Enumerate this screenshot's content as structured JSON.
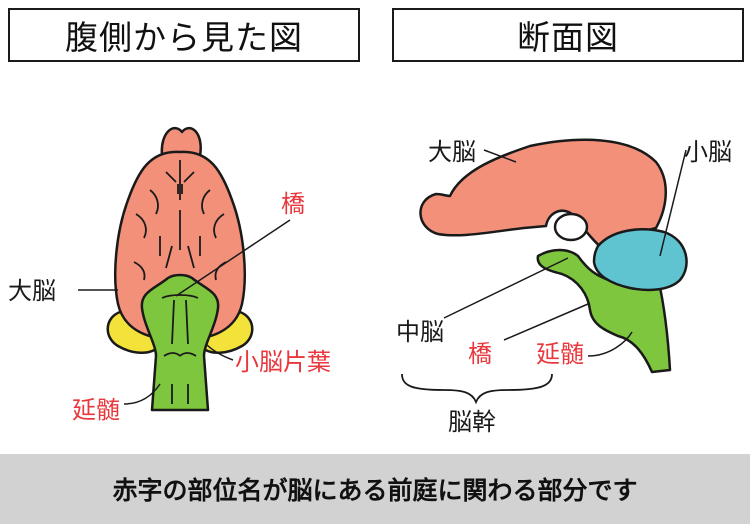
{
  "titles": {
    "left": "腹側から見た図",
    "right": "断面図"
  },
  "labels": {
    "left": {
      "cerebrum": "大脳",
      "pons": "橋",
      "flocculus": "小脳片葉",
      "medulla": "延髄"
    },
    "right": {
      "cerebrum": "大脳",
      "cerebellum": "小脳",
      "midbrain": "中脳",
      "pons": "橋",
      "medulla": "延髄",
      "brainstem": "脳幹"
    }
  },
  "caption": "赤字の部位名が脳にある前庭に関わる部分です",
  "colors": {
    "cerebrum": "#f2907a",
    "brainstem": "#7ec63d",
    "flocculus": "#f3e23a",
    "cerebellum": "#5fc3d0",
    "label_red": "#e8383d",
    "caption_bg": "#d2d2d2"
  }
}
